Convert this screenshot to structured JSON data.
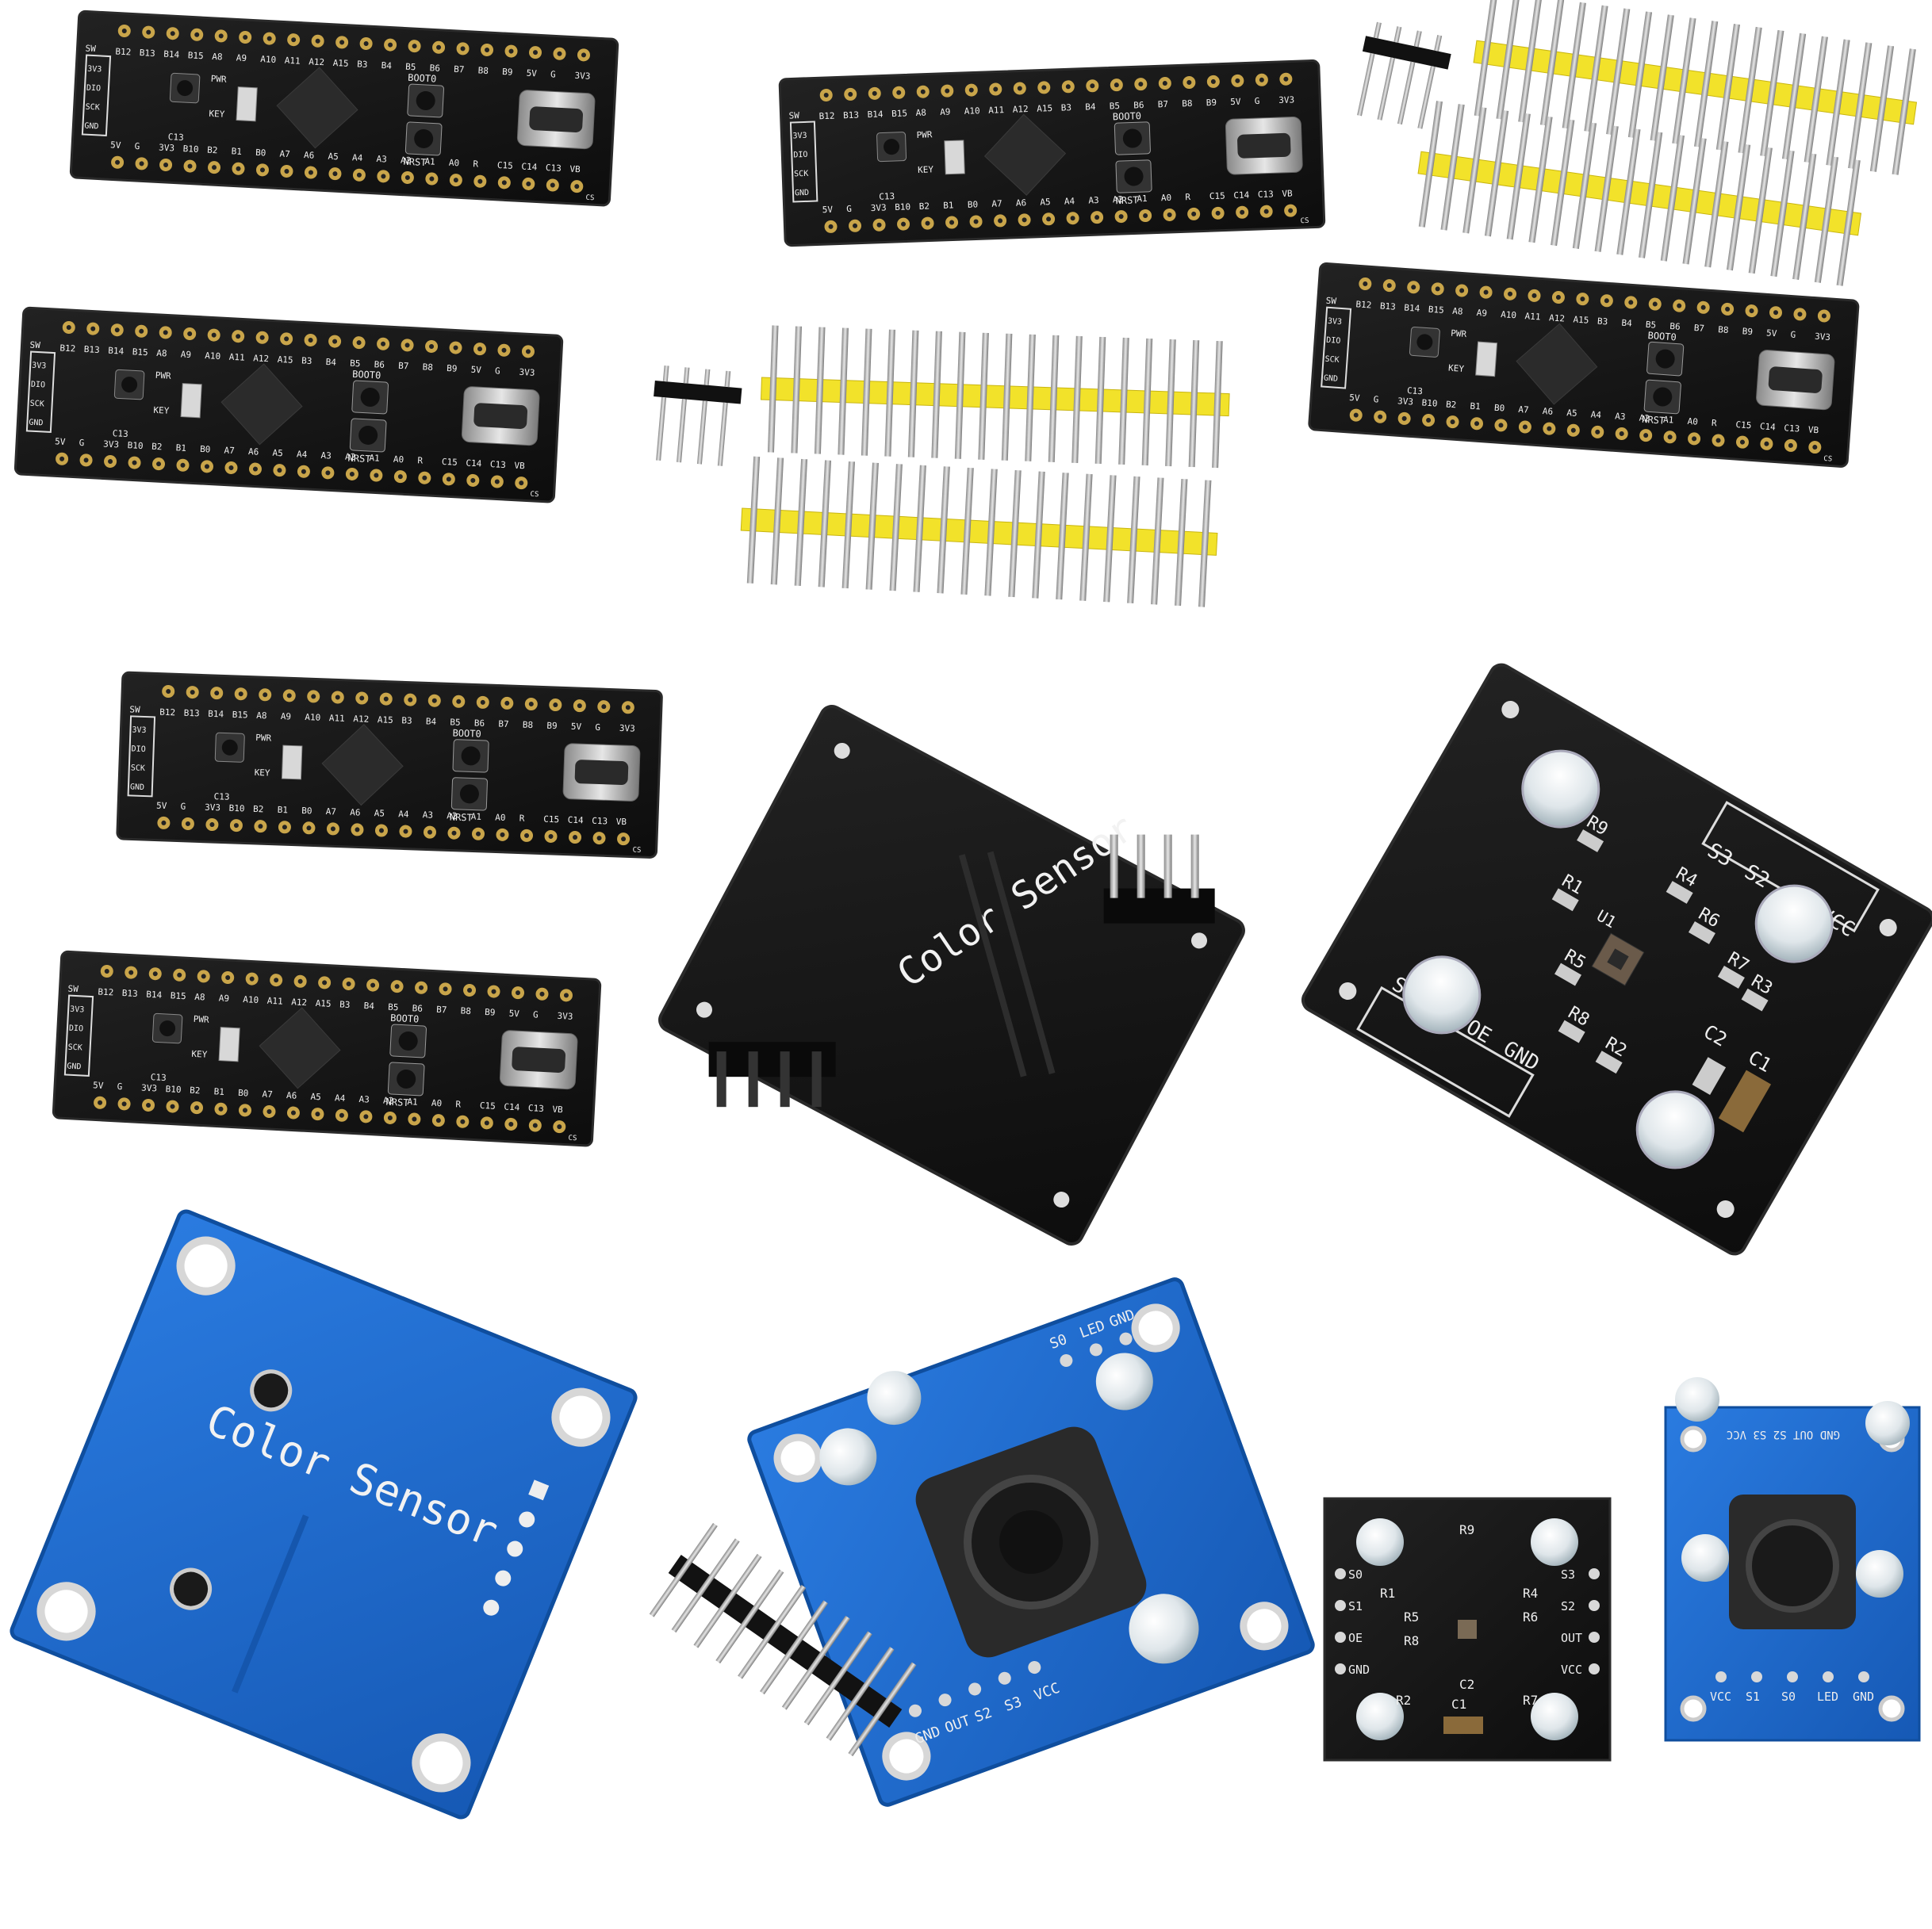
{
  "colors": {
    "background": "#ffffff",
    "pcb_black": "#151515",
    "pcb_blue": "#1f6fd0",
    "header_yellow": "#f2e22a",
    "pin_metal": "#b9b9b9",
    "gold_pad": "#c9a54a"
  },
  "boards": {
    "pin_top": [
      "B12",
      "B13",
      "B14",
      "B15",
      "A8",
      "A9",
      "A10",
      "A11",
      "A12",
      "A15",
      "B3",
      "B4",
      "B5",
      "B6",
      "B7",
      "B8",
      "B9",
      "5V",
      "G",
      "3V3"
    ],
    "pin_bottom": [
      "5V",
      "G",
      "3V3",
      "B10",
      "B2",
      "B1",
      "B0",
      "A7",
      "A6",
      "A5",
      "A4",
      "A3",
      "A2",
      "A1",
      "A0",
      "R",
      "C15",
      "C14",
      "C13",
      "VB"
    ],
    "swd_pins": [
      "3V3",
      "DIO",
      "SCK",
      "GND"
    ],
    "swd_title": "SW",
    "boot_label": "BOOT0",
    "reset_label": "NRST",
    "pwr_label": "PWR",
    "key_label": "KEY",
    "led_label": "C13",
    "cs_label": "CS"
  },
  "sensor": {
    "back_title": "Color Sensor",
    "top_pins": [
      "S3",
      "S2",
      "OUT",
      "VCC"
    ],
    "bottom_pins": [
      "S0",
      "S1",
      "OE",
      "GND"
    ],
    "resistors": [
      "R1",
      "R2",
      "R3",
      "R4",
      "R5",
      "R6",
      "R7",
      "R8",
      "R9"
    ],
    "caps": [
      "C1",
      "C2"
    ],
    "chip_label": "U1",
    "blue_pins_left": [
      "GND",
      "OUT",
      "S2",
      "S3",
      "VCC"
    ],
    "blue_pins_right": [
      "S0",
      "LED",
      "GND"
    ],
    "blue_pins_bottom": [
      "VCC",
      "S1",
      "S0",
      "LED",
      "GND"
    ],
    "blue_top_label": "GND OUT S2 S3 VCC"
  }
}
